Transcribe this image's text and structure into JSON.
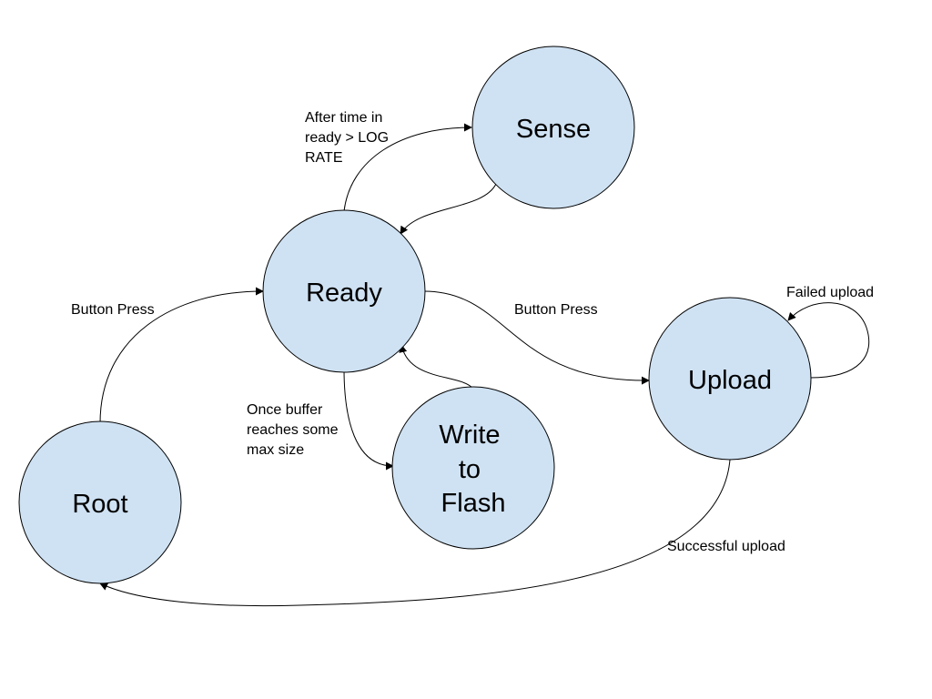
{
  "colors": {
    "node_fill": "#cfe2f3",
    "stroke": "#000000",
    "background": "#ffffff"
  },
  "states": {
    "sense": {
      "label": "Sense"
    },
    "ready": {
      "label": "Ready"
    },
    "upload": {
      "label": "Upload"
    },
    "write_to_flash": {
      "label_lines": [
        "Write",
        "to",
        "Flash"
      ]
    },
    "root": {
      "label": "Root"
    }
  },
  "transitions": {
    "ready_to_sense": {
      "label_lines": [
        "After time in",
        "ready > LOG",
        "RATE"
      ]
    },
    "sense_to_ready": {},
    "root_to_ready": {
      "label": "Button Press"
    },
    "ready_to_upload": {
      "label": "Button Press"
    },
    "upload_self_loop": {
      "label": "Failed upload"
    },
    "ready_to_write_flash": {
      "label_lines": [
        "Once buffer",
        "reaches some",
        "max size"
      ]
    },
    "write_flash_to_ready": {},
    "upload_to_root": {
      "label": "Successful upload"
    }
  }
}
